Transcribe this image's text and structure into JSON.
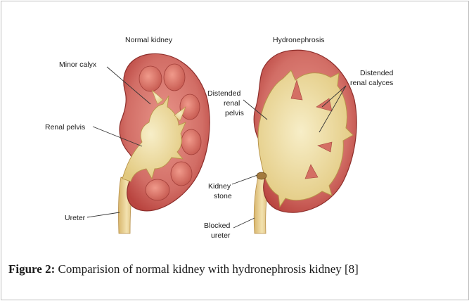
{
  "titles": {
    "normal": "Normal kidney",
    "hydro": "Hydronephrosis"
  },
  "labels": {
    "minor_calyx": "Minor calyx",
    "renal_pelvis": "Renal pelvis",
    "ureter": "Ureter",
    "distended_pelvis": [
      "Distended",
      "renal",
      "pelvis"
    ],
    "distended_calyces": [
      "Distended",
      "renal calyces"
    ],
    "kidney_stone": [
      "Kidney",
      "stone"
    ],
    "blocked_ureter": [
      "Blocked",
      "ureter"
    ]
  },
  "caption": {
    "label": "Figure 2:",
    "text": " Comparision of normal kidney with hydronephrosis kidney [8]"
  },
  "colors": {
    "cortex": "#c9554f",
    "medulla": "#e58a7d",
    "pelvis_urine": "#efdd9e",
    "ureter": "#ead39a"
  }
}
